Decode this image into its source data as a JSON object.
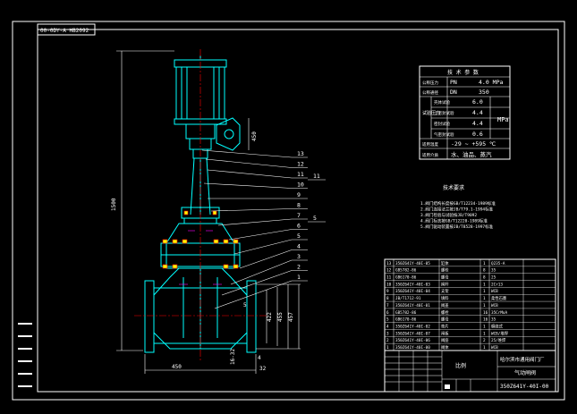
{
  "title_box": "00-0DY-A HB2092",
  "dimensions": {
    "overall_height": "1500",
    "handwheel": "450",
    "length": "450",
    "flange_a": "422",
    "flange_b": "455",
    "flange_c": "457",
    "bottom_1": "16-32",
    "bottom_2": "4",
    "bottom_3": "32",
    "side_mark": "5"
  },
  "callouts": [
    "13",
    "12",
    "11",
    "10",
    "9",
    "8",
    "7",
    "6",
    "5",
    "4",
    "3",
    "2",
    "1"
  ],
  "callout_extra": [
    "11",
    "5"
  ],
  "spec_table": {
    "header": "技 术 参 数",
    "rows": [
      {
        "label": "公称压力",
        "sym": "PN",
        "value": "4.0 MPa"
      },
      {
        "label": "公称通径",
        "sym": "DN",
        "value": "350"
      },
      {
        "label": "壳体试验",
        "sym": "",
        "value": "6.0"
      },
      {
        "label": "上密封试验",
        "sym": "",
        "value": "4.4"
      },
      {
        "label": "密封试验",
        "sym": "",
        "value": "4.4"
      },
      {
        "label": "气密封试验",
        "sym": "",
        "value": "0.6"
      },
      {
        "label": "适用温度",
        "sym": "",
        "value": "-29 ~ +595  ℃"
      },
      {
        "label": "适用介质",
        "sym": "",
        "value": "水、油品、蒸汽"
      }
    ],
    "side_label": "试验压力",
    "unit": "MPa"
  },
  "notes": {
    "title": "技术要求",
    "lines": [
      "1.阀门结构长度按GB/T12234-1989标准",
      "2.阀门连接法兰按JB/T79.1-1994标准",
      "3.阀门检验与试验按JB/T9092",
      "4.阀门标志按GB/T12220-1989标准",
      "5.阀门驱动装置按JB/T8528-1997标准"
    ]
  },
  "parts": [
    {
      "no": "13",
      "code": "350Z641Y-40I-05",
      "name": "缸体",
      "qty": "1",
      "mat": "Q235-A"
    },
    {
      "no": "12",
      "code": "GB5782-86",
      "name": "螺栓",
      "qty": "8",
      "mat": "35"
    },
    {
      "no": "11",
      "code": "GB6170-86",
      "name": "螺母",
      "qty": "8",
      "mat": "25"
    },
    {
      "no": "10",
      "code": "350Z641Y-40I-03",
      "name": "阀杆",
      "qty": "1",
      "mat": "2Cr13"
    },
    {
      "no": "9",
      "code": "350Z641Y-40I-04",
      "name": "支架",
      "qty": "1",
      "mat": "WCB"
    },
    {
      "no": "8",
      "code": "JB/T1712-91",
      "name": "填料",
      "qty": "1",
      "mat": "柔性石墨"
    },
    {
      "no": "7",
      "code": "350Z641Y-40I-01",
      "name": "阀盖",
      "qty": "1",
      "mat": "WCB"
    },
    {
      "no": "6",
      "code": "GB5782-86",
      "name": "螺栓",
      "qty": "16",
      "mat": "35CrMoA"
    },
    {
      "no": "5",
      "code": "GB6170-86",
      "name": "螺母",
      "qty": "16",
      "mat": "35"
    },
    {
      "no": "4",
      "code": "350Z641Y-40I-02",
      "name": "垫片",
      "qty": "1",
      "mat": "缠绕式"
    },
    {
      "no": "3",
      "code": "350Z641Y-40I-07",
      "name": "闸板",
      "qty": "1",
      "mat": "WCB/堆焊"
    },
    {
      "no": "2",
      "code": "350Z641Y-40I-06",
      "name": "阀座",
      "qty": "2",
      "mat": "25/堆焊"
    },
    {
      "no": "1",
      "code": "350Z641Y-40I-00",
      "name": "阀体",
      "qty": "1",
      "mat": "WCB"
    }
  ],
  "title_block": {
    "company": "哈尔滨市通用阀门厂",
    "drawing_name": "气动闸阀",
    "drawing_no": "350Z641Y-40I-00",
    "scale_mark": "比例"
  }
}
